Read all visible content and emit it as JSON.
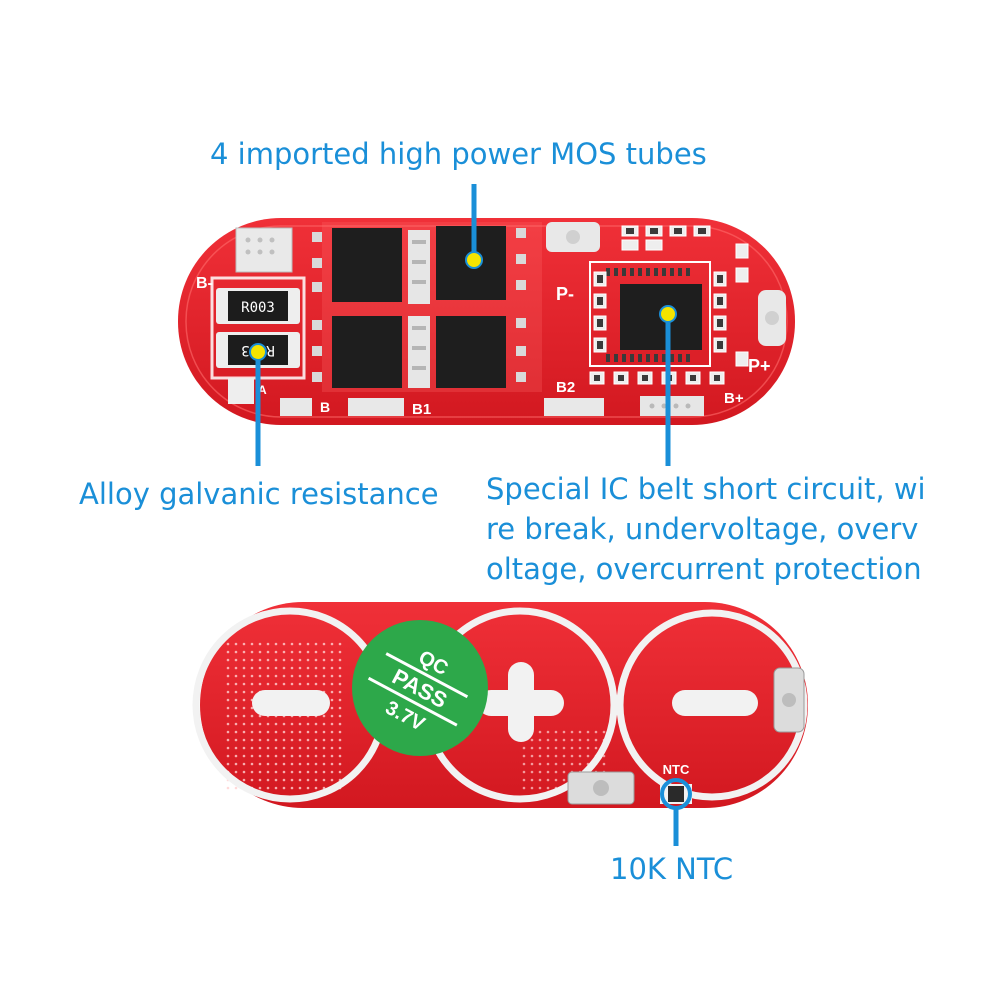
{
  "callouts": {
    "mos": "4 imported high power MOS tubes",
    "resistance": "Alloy galvanic resistance",
    "ic_lines": [
      "Special IC belt short circuit, wi",
      "re break, undervoltage, overv",
      "oltage, overcurrent protection"
    ],
    "ntc": "10K NTC"
  },
  "board_top": {
    "resistor_1": "R003",
    "resistor_2": "R003",
    "labels": {
      "b_minus": "B-",
      "p_minus": "P-",
      "p_plus": "P+",
      "b_plus": "B+",
      "b": "B",
      "b1": "B1",
      "b2": "B2",
      "a": "A"
    }
  },
  "board_bottom": {
    "sticker_lines": [
      "QC",
      "PASS",
      "3.7V"
    ],
    "ntc_label": "NTC"
  },
  "colors": {
    "callout_blue": "#1a8fd8",
    "pcb_red": "#e3222a",
    "pad_white": "#f2f2f2",
    "sticker_green": "#2da84a",
    "dot_yellow": "#f5e400"
  }
}
